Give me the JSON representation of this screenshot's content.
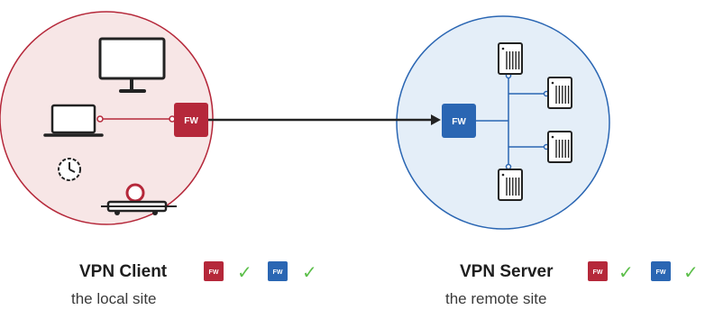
{
  "colors": {
    "client_accent": "#b5283a",
    "server_accent": "#2a66b3",
    "client_fill": "#f7e6e6",
    "server_fill": "#e4eef8",
    "check": "#5cbf4a"
  },
  "client": {
    "fw_label": "FW",
    "title": "VPN Client",
    "subtitle": "the local site",
    "legend": [
      {
        "badge": "FW",
        "icon": "red-fw-badge",
        "check": "✓"
      },
      {
        "badge": "FW",
        "icon": "blue-fw-badge",
        "check": "✓"
      }
    ]
  },
  "server": {
    "fw_label": "FW",
    "title": "VPN Server",
    "subtitle": "the remote site",
    "legend": [
      {
        "badge": "FW",
        "icon": "red-fw-badge",
        "check": "✓"
      },
      {
        "badge": "FW",
        "icon": "blue-fw-badge",
        "check": "✓"
      }
    ]
  },
  "icons": [
    "monitor-icon",
    "laptop-icon",
    "clock-icon",
    "webcam-icon",
    "server-icon",
    "arrow-icon"
  ]
}
